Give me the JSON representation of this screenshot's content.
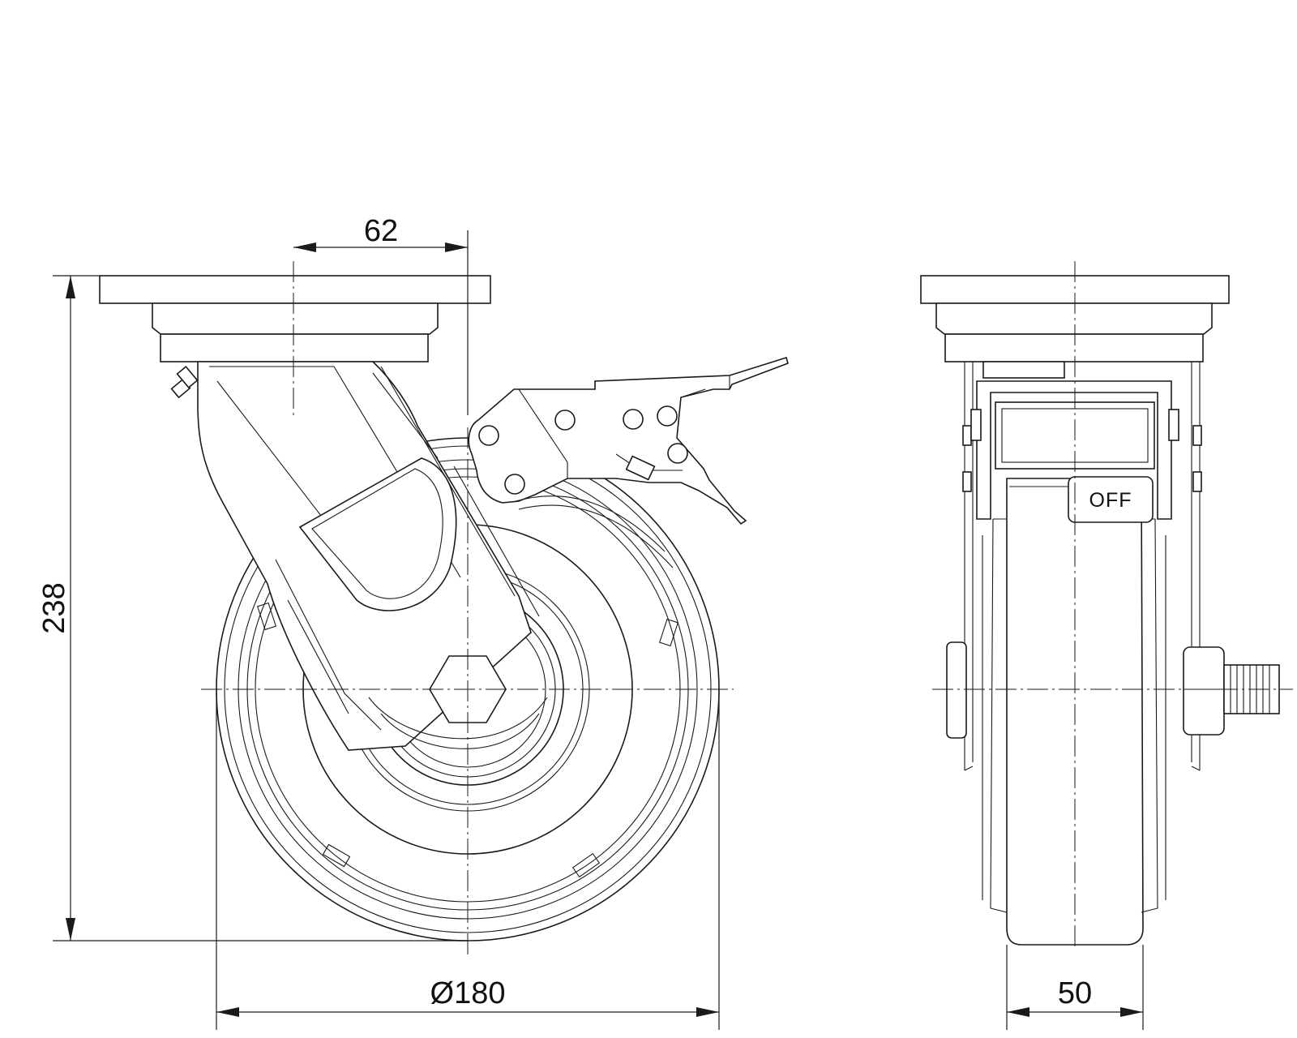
{
  "dimensions": {
    "top_offset": "62",
    "overall_height": "238",
    "wheel_diameter": "Ø180",
    "wheel_width": "50"
  },
  "side_view": {
    "brake_state_label": "OFF"
  },
  "colors": {
    "line": "#1a1a1a",
    "background": "#ffffff"
  }
}
